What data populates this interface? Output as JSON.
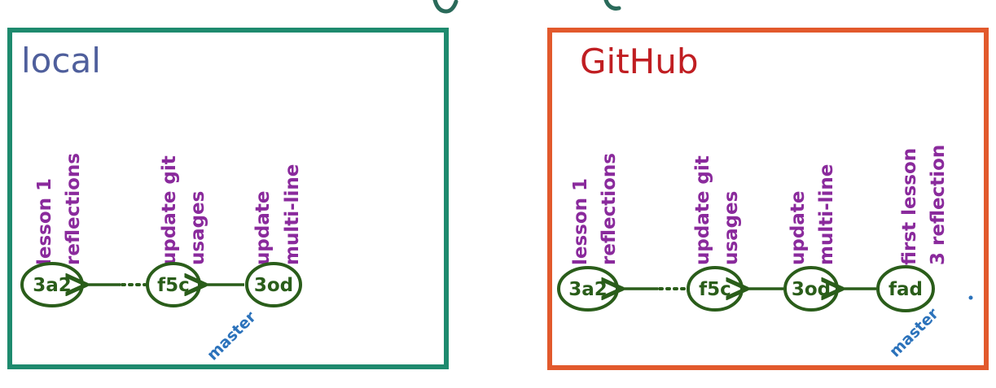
{
  "colors": {
    "local_border": "#1e8a6e",
    "github_border": "#e2592c",
    "local_title": "#4f5f9c",
    "github_title": "#c01e22",
    "commit_text": "#8a2a9c",
    "commit_node": "#2a5d1a",
    "branch_text": "#2b72bb"
  },
  "local": {
    "title": "local",
    "commits": [
      {
        "hash": "3a2",
        "message_line1": "lesson 1",
        "message_line2": "reflections"
      },
      {
        "hash": "f5c",
        "message_line1": "update git",
        "message_line2": "usages"
      },
      {
        "hash": "3od",
        "message_line1": "update",
        "message_line2": "multi-line"
      }
    ],
    "branch": "master"
  },
  "github": {
    "title": "GitHub",
    "commits": [
      {
        "hash": "3a2",
        "message_line1": "lesson 1",
        "message_line2": "reflections"
      },
      {
        "hash": "f5c",
        "message_line1": "update git",
        "message_line2": "usages"
      },
      {
        "hash": "3od",
        "message_line1": "update",
        "message_line2": "multi-line"
      },
      {
        "hash": "fad",
        "message_line1": "first lesson",
        "message_line2": "3 reflection"
      }
    ],
    "branch": "master"
  }
}
